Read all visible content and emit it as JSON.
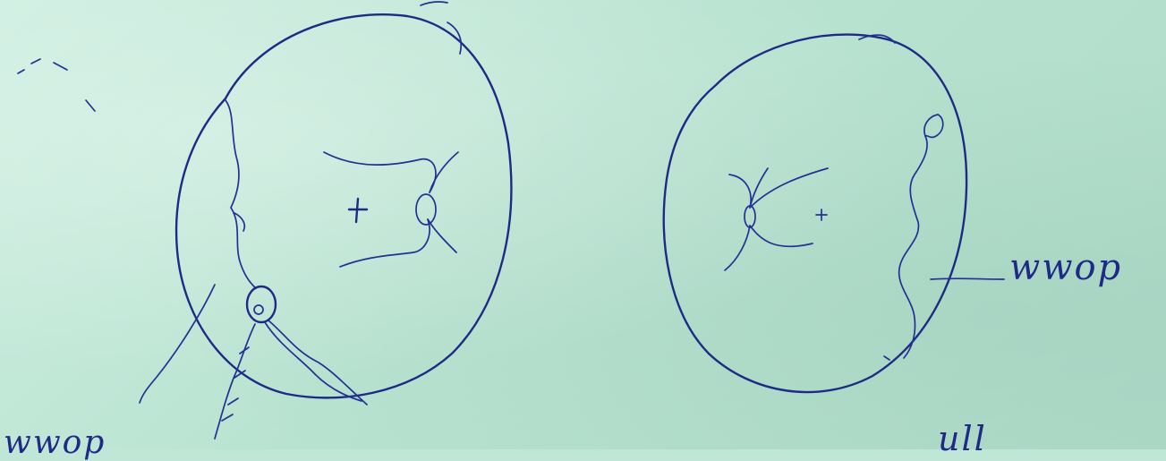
{
  "labels": {
    "right_label": "wwop",
    "bottom_left_label": "wwop",
    "bottom_right_label": "ull"
  },
  "colors": {
    "ink": "#1f2a86",
    "paper": "#bfe6d6"
  }
}
